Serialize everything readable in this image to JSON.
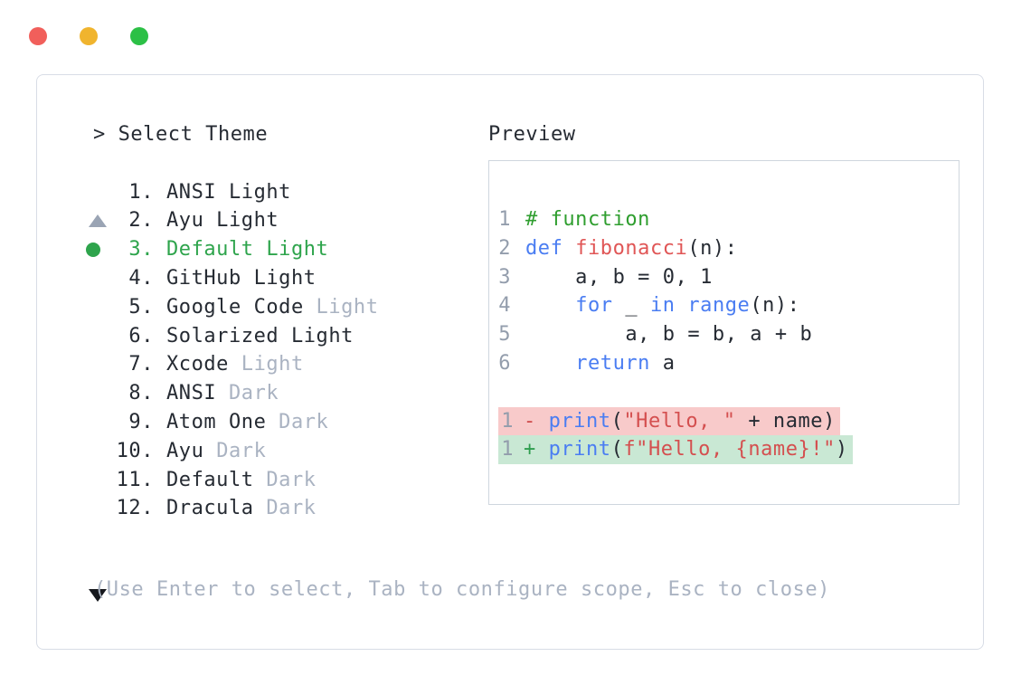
{
  "colors": {
    "text_primary": "#262b33",
    "text_muted": "#aab3c2",
    "selected_green": "#2ea44c",
    "line_number": "#939dac",
    "keyword_blue": "#4a7df2",
    "function_red": "#e05656",
    "string_red": "#d44f4f",
    "comment_green": "#2f9e2f",
    "diff_removed_bg": "#f8caca",
    "diff_added_bg": "#c9e8d4",
    "diff_minus": "#cf4c4c",
    "diff_plus": "#2f9e4f",
    "panel_border": "#d8dde6",
    "preview_border": "#cfd6de",
    "scroll_up": "#9aa4b4",
    "scroll_down": "#16181d",
    "tl_close": "#f15f5b",
    "tl_min": "#f0b42e",
    "tl_max": "#2cc046"
  },
  "window_controls": {
    "close_icon": "red-circle",
    "minimize_icon": "yellow-circle",
    "maximize_icon": "green-circle"
  },
  "prompt": {
    "text": "> Select Theme"
  },
  "theme_list": {
    "scroll_up_icon": "triangle-up",
    "scroll_down_icon": "triangle-down",
    "selected_index": 2,
    "items": [
      {
        "number": "1.",
        "name": "ANSI Light",
        "muted_suffix": "",
        "selected": false
      },
      {
        "number": "2.",
        "name": "Ayu Light",
        "muted_suffix": "",
        "selected": false
      },
      {
        "number": "3.",
        "name": "Default Light",
        "muted_suffix": "",
        "selected": true
      },
      {
        "number": "4.",
        "name": "GitHub Light",
        "muted_suffix": "",
        "selected": false
      },
      {
        "number": "5.",
        "name": "Google Code",
        "muted_suffix": "Light",
        "selected": false
      },
      {
        "number": "6.",
        "name": "Solarized Light",
        "muted_suffix": "",
        "selected": false
      },
      {
        "number": "7.",
        "name": "Xcode",
        "muted_suffix": "Light",
        "selected": false
      },
      {
        "number": "8.",
        "name": "ANSI",
        "muted_suffix": "Dark",
        "selected": false
      },
      {
        "number": "9.",
        "name": "Atom One",
        "muted_suffix": "Dark",
        "selected": false
      },
      {
        "number": "10.",
        "name": "Ayu",
        "muted_suffix": "Dark",
        "selected": false
      },
      {
        "number": "11.",
        "name": "Default",
        "muted_suffix": "Dark",
        "selected": false
      },
      {
        "number": "12.",
        "name": "Dracula",
        "muted_suffix": "Dark",
        "selected": false
      }
    ]
  },
  "preview": {
    "label": "Preview",
    "code_lines": [
      {
        "ln": "1",
        "highlight": null,
        "tokens": [
          {
            "t": "# function",
            "c": "c"
          }
        ]
      },
      {
        "ln": "2",
        "highlight": null,
        "tokens": [
          {
            "t": "def ",
            "c": "k"
          },
          {
            "t": "fibonacci",
            "c": "f"
          },
          {
            "t": "(n):",
            "c": "p"
          }
        ]
      },
      {
        "ln": "3",
        "highlight": null,
        "tokens": [
          {
            "t": "    a, b = 0, 1",
            "c": "p"
          }
        ]
      },
      {
        "ln": "4",
        "highlight": null,
        "tokens": [
          {
            "t": "    ",
            "c": "p"
          },
          {
            "t": "for",
            "c": "k"
          },
          {
            "t": " _ ",
            "c": "p"
          },
          {
            "t": "in",
            "c": "k"
          },
          {
            "t": " ",
            "c": "p"
          },
          {
            "t": "range",
            "c": "k"
          },
          {
            "t": "(n):",
            "c": "p"
          }
        ]
      },
      {
        "ln": "5",
        "highlight": null,
        "tokens": [
          {
            "t": "        a, b = b, a + b",
            "c": "p"
          }
        ]
      },
      {
        "ln": "6",
        "highlight": null,
        "tokens": [
          {
            "t": "    ",
            "c": "p"
          },
          {
            "t": "return",
            "c": "k"
          },
          {
            "t": " a",
            "c": "p"
          }
        ]
      },
      {
        "blank": true
      },
      {
        "ln": "1",
        "highlight": "removed",
        "tokens": [
          {
            "t": "- ",
            "c": "minus"
          },
          {
            "t": "print",
            "c": "k"
          },
          {
            "t": "(",
            "c": "p"
          },
          {
            "t": "\"Hello, \"",
            "c": "s"
          },
          {
            "t": " + name)",
            "c": "p"
          }
        ]
      },
      {
        "ln": "1",
        "highlight": "added",
        "tokens": [
          {
            "t": "+ ",
            "c": "plus"
          },
          {
            "t": "print",
            "c": "k"
          },
          {
            "t": "(",
            "c": "p"
          },
          {
            "t": "f\"Hello, {name}!\"",
            "c": "s"
          },
          {
            "t": ")",
            "c": "p"
          }
        ]
      }
    ]
  },
  "footer": {
    "help_text": "(Use Enter to select, Tab to configure scope, Esc to close)"
  }
}
